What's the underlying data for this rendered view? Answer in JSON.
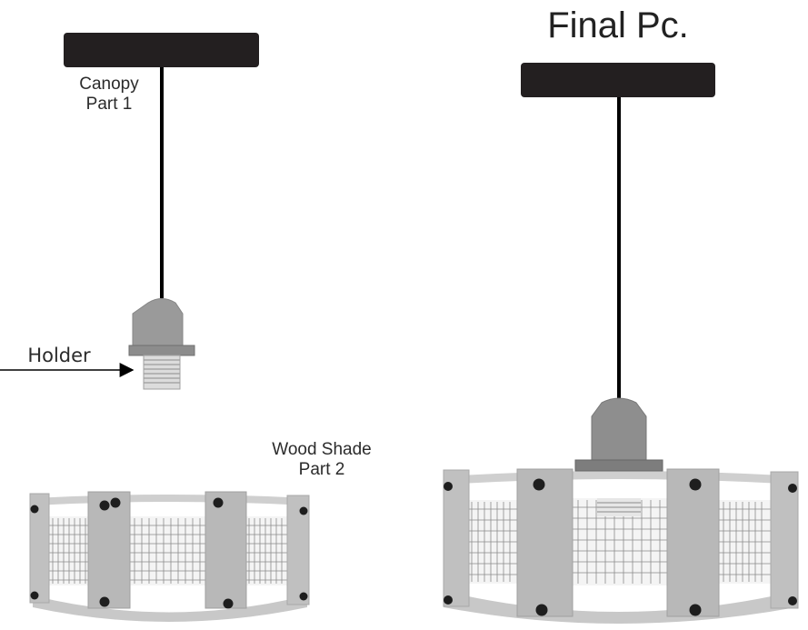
{
  "title": "Final Pc.",
  "labels": {
    "canopy_line1": "Canopy",
    "canopy_line2": "Part 1",
    "holder": "Holder",
    "shade_line1": "Wood Shade",
    "shade_line2": "Part 2"
  },
  "colors": {
    "canopy": "#231f20",
    "cord": "#000000",
    "holder": "#9a9a9a",
    "holder_dark": "#7d7d7d",
    "wood": "#bdbdbd",
    "wood_light": "#d2d2d2",
    "mesh": "#8a8a8a",
    "bolt": "#1e1e1e"
  }
}
